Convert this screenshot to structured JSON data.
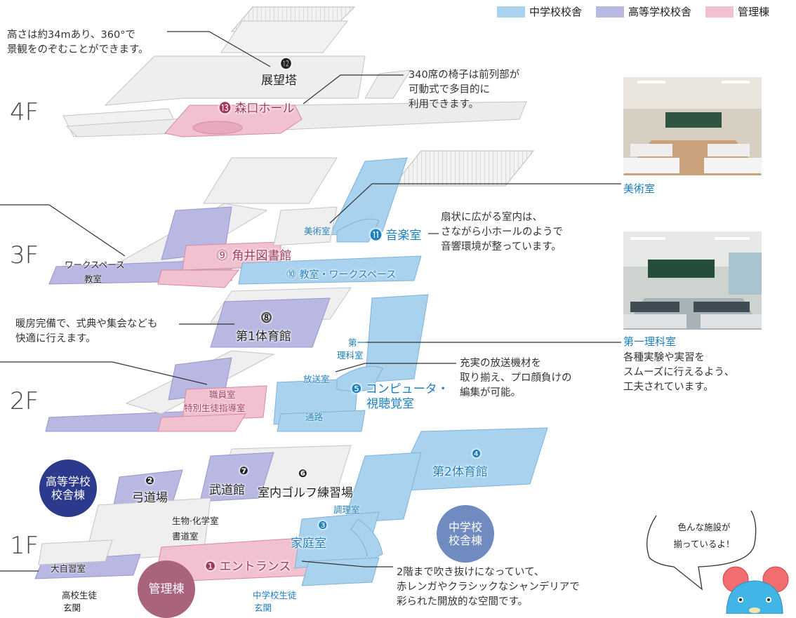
{
  "legend": {
    "items": [
      {
        "label": "中学校校舎",
        "color": "#a9d2ef"
      },
      {
        "label": "高等学校校舎",
        "color": "#b9b8e3"
      },
      {
        "label": "管理棟",
        "color": "#f2c1cf"
      }
    ]
  },
  "floors": {
    "f4": "4F",
    "f3": "3F",
    "f2": "2F",
    "f1": "1F"
  },
  "notes": {
    "tower": "高さは約34mあり、360°で\n景観をのぞむことができます。",
    "hall": "340席の椅子は前列部が\n可動式で多目的に\n利用できます。",
    "music": "扇状に広がる室内は、\nさながら小ホールのようで\n音響環境が整っています。",
    "gym1": "暖房完備で、式典や集会なども\n快適に行えます。",
    "computer": "充実の放送機材を\n取り揃え、プロ顔負けの\n編集が可能。",
    "entrance": "2階まで吹き抜けになっていて、\n赤レンガやクラシックなシャンデリアで\n彩られた開放的な空間です。"
  },
  "labels": {
    "tower_num": "⓬",
    "tower": "展望塔",
    "hall_num": "⓭",
    "hall": "森口ホール",
    "art_room": "美術室",
    "music_num": "⓫",
    "music": "音楽室",
    "workspace3": "ワークスペース",
    "classroom3": "教室",
    "library_num": "⓽",
    "library": "角井図書館",
    "classroom_ws_num": "⓾",
    "classroom_ws": "教室・ワークスペース",
    "gym1_num": "⓼",
    "gym1": "第1体育館",
    "science1_a": "第一",
    "science1_b": "理科室",
    "broadcast": "放送室",
    "computer_num": "❺",
    "computer_a": "コンピュータ・",
    "computer_b": "視聴覚室",
    "staff_a": "職員室",
    "staff_b": "特別生徒指導室",
    "passage": "通路",
    "gym2_num": "❹",
    "gym2": "第2体育館",
    "kyudo_num": "❷",
    "kyudo": "弓道場",
    "budo_num": "❼",
    "budo": "武道館",
    "golf_num": "❻",
    "golf": "室内ゴルフ練習場",
    "cooking": "調理室",
    "bio_chem": "生物·化学室",
    "calligraphy": "書道室",
    "home_ec_num": "❸",
    "home_ec": "家庭室",
    "self_study": "大自習室",
    "entrance_num": "❶",
    "entrance": "エントランス",
    "hs_gate_a": "高校生徒",
    "hs_gate_b": "玄関",
    "jhs_gate_a": "中学校生徒",
    "jhs_gate_b": "玄関"
  },
  "buildings": {
    "high_school": "高等学校\n校舎棟",
    "junior_high": "中学校\n校舎棟",
    "admin": "管理棟"
  },
  "photos": {
    "art_caption": "美術室",
    "science_caption": "第一理科室",
    "science_desc": "各種実験や実習を\nスムーズに行えるよう、\n工夫されています。"
  },
  "mascot": {
    "line1": "色んな施設が",
    "line2": "揃っているよ！"
  }
}
